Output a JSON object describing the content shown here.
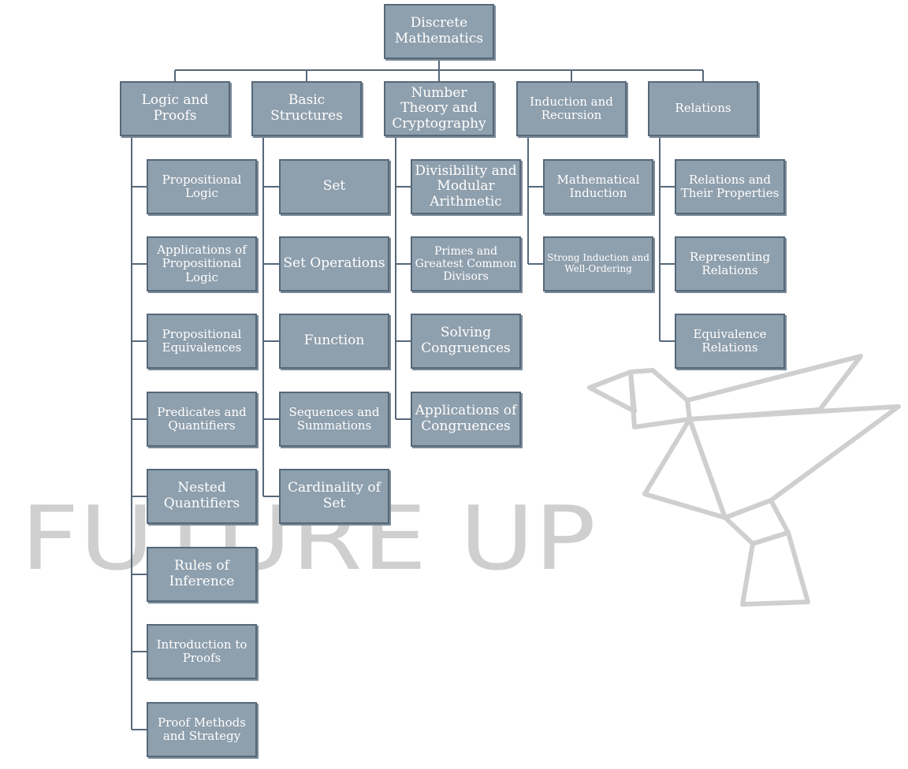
{
  "root": "Discrete Mathematics",
  "branches": [
    {
      "label": "Logic and Proofs",
      "children": [
        "Propositional Logic",
        "Applications of Propositional Logic",
        "Propositional Equivalences",
        "Predicates and Quantifiers",
        "Nested Quantifiers",
        "Rules of Inference",
        "Introduction to Proofs",
        "Proof Methods and Strategy"
      ]
    },
    {
      "label": "Basic Structures",
      "children": [
        "Set",
        "Set Operations",
        "Function",
        "Sequences and Summations",
        "Cardinality of Set"
      ]
    },
    {
      "label": "Number Theory and Cryptography",
      "children": [
        "Divisibility and Modular Arithmetic",
        "Primes and Greatest Common Divisors",
        "Solving Congruences",
        "Applications of Congruences"
      ]
    },
    {
      "label": "Induction and Recursion",
      "children": [
        "Mathematical Induction",
        "Strong Induction and Well-Ordering"
      ]
    },
    {
      "label": "Relations",
      "children": [
        "Relations and Their Properties",
        "Representing Relations",
        "Equivalence Relations"
      ]
    }
  ],
  "watermark": "FUTURE UP",
  "colors": {
    "box_fill": "#8e9fad",
    "box_border": "#56687a",
    "connector": "#56687a",
    "watermark": "#cfcfcf"
  }
}
